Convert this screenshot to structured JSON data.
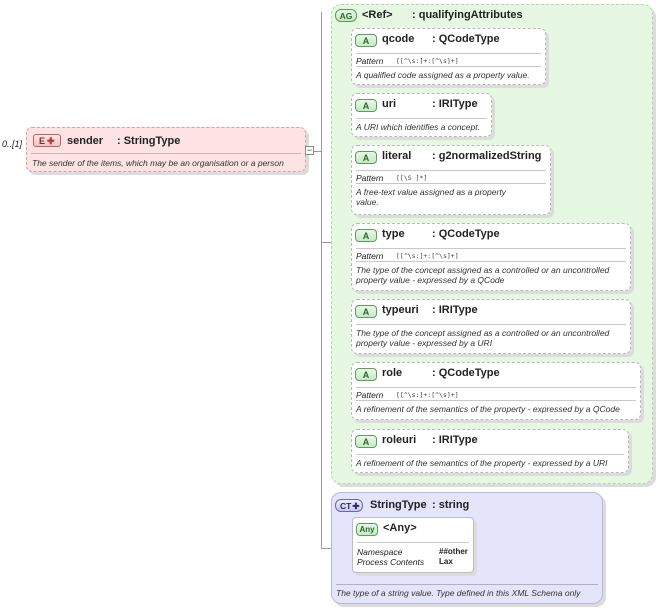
{
  "element": {
    "occurrence": "0..[1]",
    "badge": "E",
    "name": "sender",
    "type": ": StringType",
    "description": "The sender of the items, which may be an organisation or a person"
  },
  "attribute_group": {
    "badge": "AG",
    "name": "<Ref>",
    "type": ": qualifyingAttributes",
    "attributes": [
      {
        "badge": "A",
        "name": "qcode",
        "type": ": QCodeType",
        "pattern_label": "Pattern",
        "pattern": "[[^\\s:]+:[^\\s]+]",
        "description": "A qualified code assigned as a property value."
      },
      {
        "badge": "A",
        "name": "uri",
        "type": ": IRIType",
        "pattern_label": "",
        "pattern": "",
        "description": "A URI which identifies a concept."
      },
      {
        "badge": "A",
        "name": "literal",
        "type": ": g2normalizedString",
        "pattern_label": "Pattern",
        "pattern": "[[\\S ]*]",
        "description": "A free-text value assigned as a property value."
      },
      {
        "badge": "A",
        "name": "type",
        "type": ": QCodeType",
        "pattern_label": "Pattern",
        "pattern": "[[^\\s:]+:[^\\s]+]",
        "description": "The type of the concept assigned as a controlled or an uncontrolled property value - expressed by a QCode"
      },
      {
        "badge": "A",
        "name": "typeuri",
        "type": ": IRIType",
        "pattern_label": "",
        "pattern": "",
        "description": "The type of the concept assigned as a controlled or an uncontrolled property value - expressed by a URI"
      },
      {
        "badge": "A",
        "name": "role",
        "type": ": QCodeType",
        "pattern_label": "Pattern",
        "pattern": "[[^\\s:]+:[^\\s]+]",
        "description": "A refinement of the semantics of the property - expressed by a QCode"
      },
      {
        "badge": "A",
        "name": "roleuri",
        "type": ": IRIType",
        "pattern_label": "",
        "pattern": "",
        "description": "A refinement of the semantics of the property - expressed by a URI"
      }
    ]
  },
  "complex_type": {
    "badge": "CT",
    "name": "StringType",
    "type": ": string",
    "any": {
      "badge": "Any",
      "name": "<Any>",
      "namespace_label": "Namespace",
      "namespace_value": "##other",
      "process_label": "Process Contents",
      "process_value": "Lax"
    },
    "description": "The type of a string value. Type defined in this XML Schema only"
  },
  "colors": {
    "element_fill": "#fde3e3",
    "element_border": "#e0a0a0",
    "group_fill": "#e6f7e2",
    "ct_fill": "#e4e4fb",
    "connector": "#9a9a9a"
  }
}
